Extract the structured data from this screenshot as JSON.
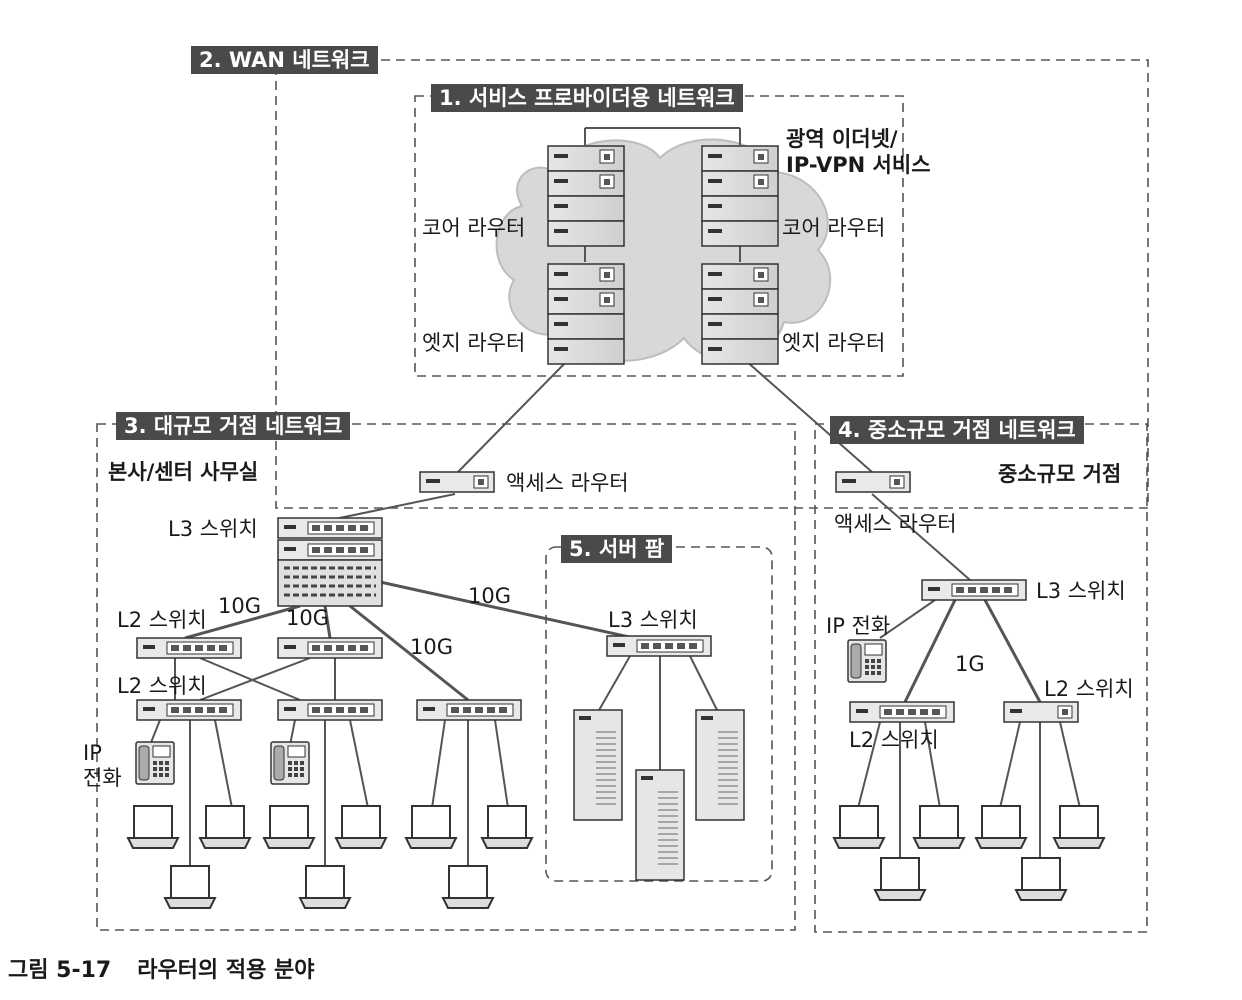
{
  "zones": {
    "wan": "2. WAN 네트워크",
    "provider": "1. 서비스 프로바이더용 네트워크",
    "large_site": "3. 대규모 거점 네트워크",
    "small_site": "4. 중소규모 거점 네트워크",
    "server_farm": "5. 서버 팜"
  },
  "labels": {
    "ethernet_service_line1": "광역 이더넷/",
    "ethernet_service_line2": "IP-VPN 서비스",
    "core_router": "코어 라우터",
    "edge_router": "엣지 라우터",
    "hq_office": "본사/센터 사무실",
    "small_site_name": "중소규모 거점",
    "access_router": "액세스 라우터",
    "l3_switch": "L3 스위치",
    "l2_switch": "L2 스위치",
    "ip_phone": "IP 전화",
    "ip_phone_line1": "IP",
    "ip_phone_line2": "전화",
    "link_10g": "10G",
    "link_1g": "1G"
  },
  "caption": {
    "number": "그림 5-17",
    "title": "라우터의 적용 분야"
  }
}
